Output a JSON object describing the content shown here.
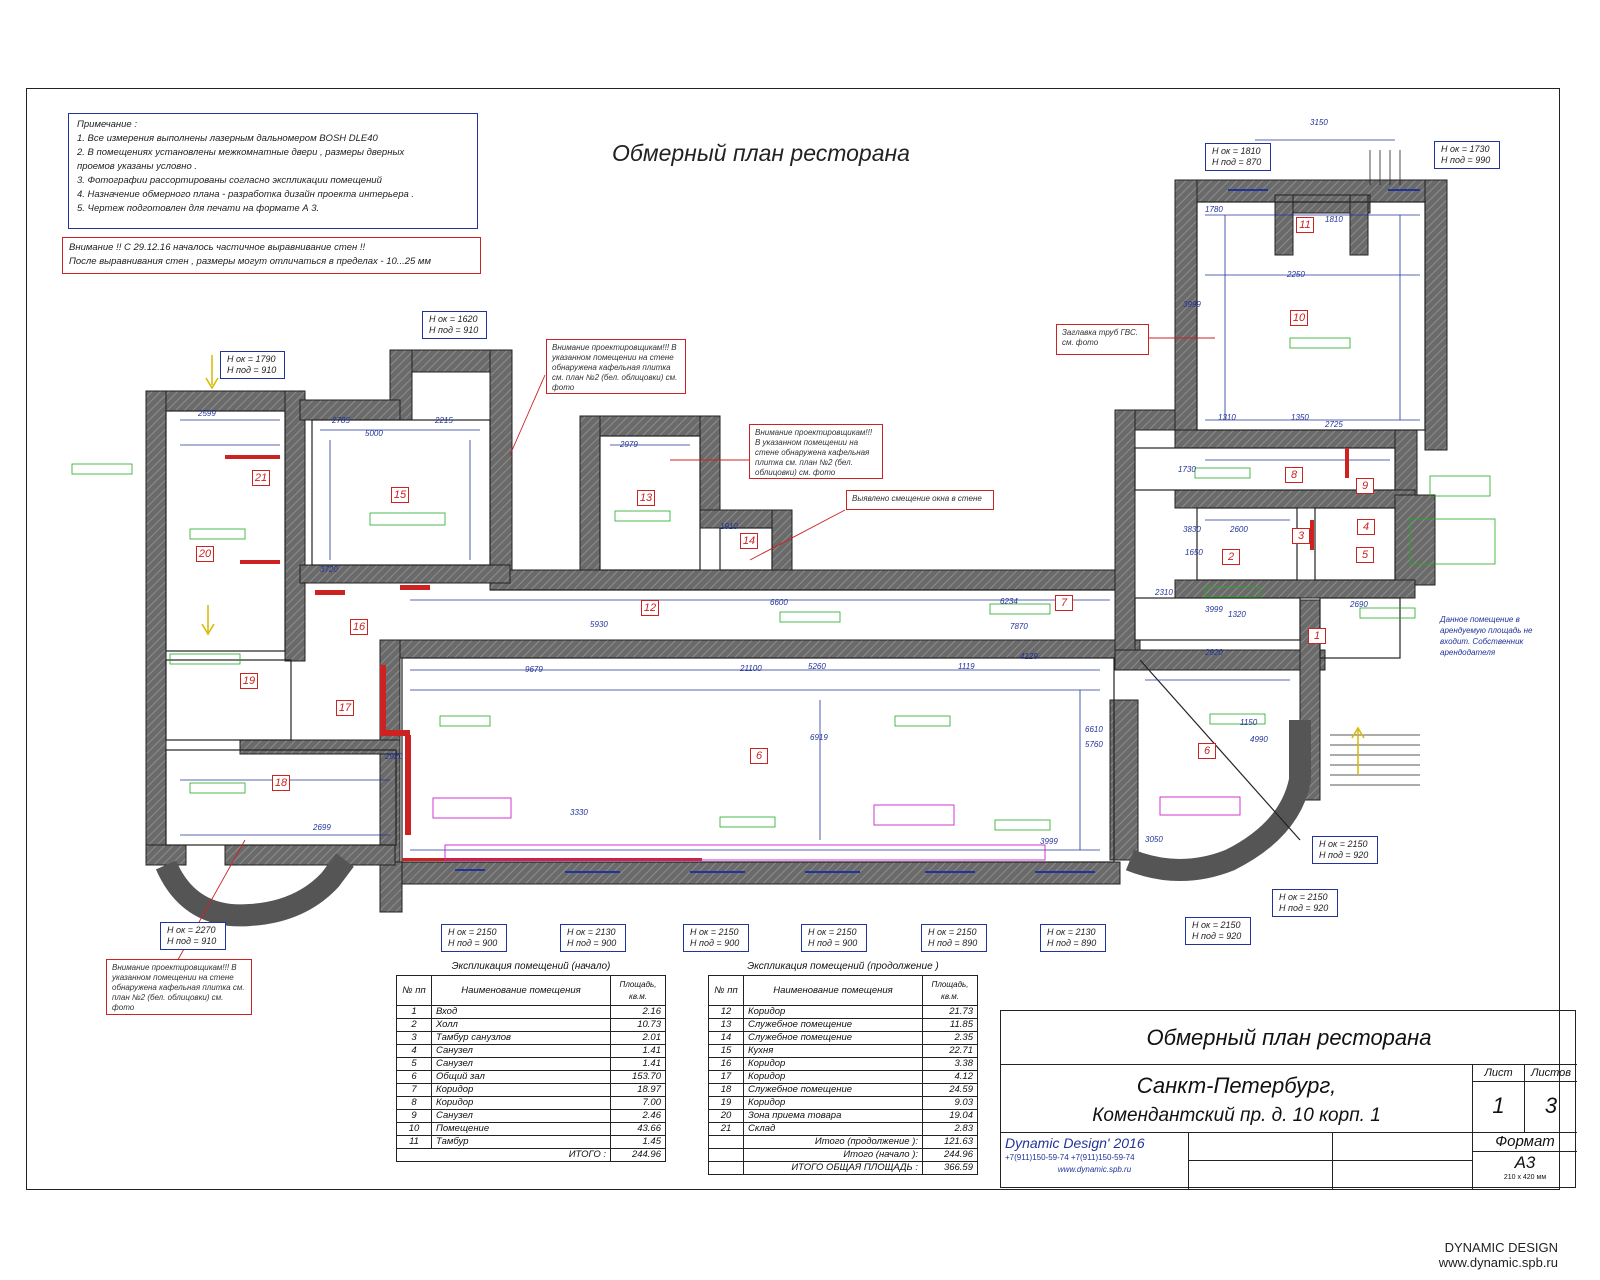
{
  "title": "Обмерный план ресторана",
  "notes": {
    "lines": [
      "Примечание :",
      "1. Все измерения выполнены лазерным дальномером     BOSH DLE40",
      "2. В помещениях установлены межкомнатные двери    , размеры дверных",
      "проемов указаны условно   .",
      "3. Фотографии рассортированы согласно экспликации помещений",
      "4. Назначение обмерного плана     - разработка дизайн проекта интерьера      .",
      "5. Чертеж подготовлен для печати на формате А     3."
    ]
  },
  "warning": {
    "lines": [
      "Внимание !! С 29.12.16 началось частичное выравнивание стен     !!",
      "После выравнивания стен    , размеры могут отличаться в пределах      - 10...25 мм"
    ]
  },
  "callouts": [
    {
      "id": "c1",
      "text": "Внимание проектировщикам!!! В указанном помещении на стене обнаружена кафельная плитка см. план №2 (бел. облицовки) см. фото"
    },
    {
      "id": "c2",
      "text": "Внимание проектировщикам!!! В указанном помещении на стене обнаружена кафельная плитка см. план №2 (бел. облицовки) см. фото"
    },
    {
      "id": "c3",
      "text": "Выявлено смещение окна в стене"
    },
    {
      "id": "c4",
      "text": "Заглавка труб ГВС. см. фото"
    },
    {
      "id": "c5",
      "text": "Внимание проектировщикам!!! В указанном помещении на стене обнаружена кафельная плитка см. план №2 (бел. облицовки) см. фото"
    }
  ],
  "side_note": "Данное помещение в арендуемую площадь не входит. Собственник арендодателя",
  "window_tags": [
    {
      "ok": "H ок = 1790",
      "pod": "H под = 910"
    },
    {
      "ok": "H ок = 1620",
      "pod": "H под = 910"
    },
    {
      "ok": "H ок = 1810",
      "pod": "H под = 870"
    },
    {
      "ok": "H ок = 1730",
      "pod": "H под = 990"
    },
    {
      "ok": "H ок = 2270",
      "pod": "H под = 910"
    },
    {
      "ok": "H ок = 2150",
      "pod": "H под = 900"
    },
    {
      "ok": "H ок = 2130",
      "pod": "H под = 900"
    },
    {
      "ok": "H ок = 2150",
      "pod": "H под = 900"
    },
    {
      "ok": "H ок = 2150",
      "pod": "H под = 900"
    },
    {
      "ok": "H ок = 2150",
      "pod": "H под = 890"
    },
    {
      "ok": "H ок = 2130",
      "pod": "H под = 890"
    },
    {
      "ok": "H ок = 2150",
      "pod": "H под = 920"
    },
    {
      "ok": "H ок = 2150",
      "pod": "H под = 920"
    },
    {
      "ok": "H ок = 2150",
      "pod": "H под = 920"
    }
  ],
  "rooms": [
    "1",
    "2",
    "3",
    "4",
    "5",
    "6",
    "6",
    "7",
    "8",
    "9",
    "10",
    "11",
    "12",
    "13",
    "14",
    "15",
    "16",
    "17",
    "18",
    "19",
    "20",
    "21"
  ],
  "dimensions": [
    "3150",
    "1810",
    "2250",
    "3999",
    "2725",
    "5000",
    "2215",
    "2785",
    "2979",
    "1910",
    "6600",
    "6234",
    "7870",
    "9679",
    "5260",
    "5930",
    "21100",
    "1119",
    "3330",
    "2920",
    "1320",
    "1150",
    "6610",
    "2600",
    "1650",
    "4129",
    "2699",
    "3050",
    "1730",
    "1310",
    "1350",
    "2599",
    "3720",
    "2310",
    "1780",
    "5760",
    "6919",
    "3830",
    "3999",
    "2920",
    "3999",
    "4990",
    "2690"
  ],
  "explication_start": {
    "caption": "Экспликация помещений    (начало)",
    "headers": {
      "num": "№ пп",
      "name": "Наименование помещения",
      "area": "Площадь, кв.м."
    },
    "rows": [
      {
        "n": "1",
        "name": "Вход",
        "area": "2.16"
      },
      {
        "n": "2",
        "name": "Холл",
        "area": "10.73"
      },
      {
        "n": "3",
        "name": "Тамбур санузлов",
        "area": "2.01"
      },
      {
        "n": "4",
        "name": "Санузел",
        "area": "1.41"
      },
      {
        "n": "5",
        "name": "Санузел",
        "area": "1.41"
      },
      {
        "n": "6",
        "name": "Общий зал",
        "area": "153.70"
      },
      {
        "n": "7",
        "name": "Коридор",
        "area": "18.97"
      },
      {
        "n": "8",
        "name": "Коридор",
        "area": "7.00"
      },
      {
        "n": "9",
        "name": "Санузел",
        "area": "2.46"
      },
      {
        "n": "10",
        "name": "Помещение",
        "area": "43.66"
      },
      {
        "n": "11",
        "name": "Тамбур",
        "area": "1.45"
      }
    ],
    "total_label": "ИТОГО :",
    "total": "244.96"
  },
  "explication_cont": {
    "caption": "Экспликация помещений    (продолжение  )",
    "headers": {
      "num": "№ пп",
      "name": "Наименование помещения",
      "area": "Площадь, кв.м."
    },
    "rows": [
      {
        "n": "12",
        "name": "Коридор",
        "area": "21.73"
      },
      {
        "n": "13",
        "name": "Служебное помещение",
        "area": "11.85"
      },
      {
        "n": "14",
        "name": "Служебное помещение",
        "area": "2.35"
      },
      {
        "n": "15",
        "name": "Кухня",
        "area": "22.71"
      },
      {
        "n": "16",
        "name": "Коридор",
        "area": "3.38"
      },
      {
        "n": "17",
        "name": "Коридор",
        "area": "4.12"
      },
      {
        "n": "18",
        "name": "Служебное помещение",
        "area": "24.59"
      },
      {
        "n": "19",
        "name": "Коридор",
        "area": "9.03"
      },
      {
        "n": "20",
        "name": "Зона приема товара",
        "area": "19.04"
      },
      {
        "n": "21",
        "name": "Склад",
        "area": "2.83"
      }
    ],
    "subtotal_cont_label": "Итого  (продолжение ):",
    "subtotal_cont": "121.63",
    "subtotal_start_label": "Итого  (начало ):",
    "subtotal_start": "244.96",
    "grand_label": "ИТОГО ОБЩАЯ ПЛОЩАДЬ :",
    "grand": "366.59"
  },
  "stamp": {
    "title": "Обмерный план ресторана",
    "city": "Санкт-Петербург,",
    "address": "Комендантский пр. д. 10 корп. 1",
    "sheet_label": "Лист",
    "sheet": "1",
    "sheets_label": "Листов",
    "sheets": "3",
    "format_label": "Формат",
    "format": "А3",
    "format_size": "210 х 420 мм",
    "company": "Dynamic Design' 2016",
    "phones": "+7(911)150-59-74     +7(911)150-59-74",
    "site": "www.dynamic.spb.ru"
  },
  "footer": {
    "brand": "DYNAMIC DESIGN",
    "url": "www.dynamic.spb.ru"
  },
  "colors": {
    "wall": "#555555",
    "dim": "#223399",
    "accent": "#cc2222",
    "green": "#22aa22",
    "magenta": "#cc22cc"
  }
}
